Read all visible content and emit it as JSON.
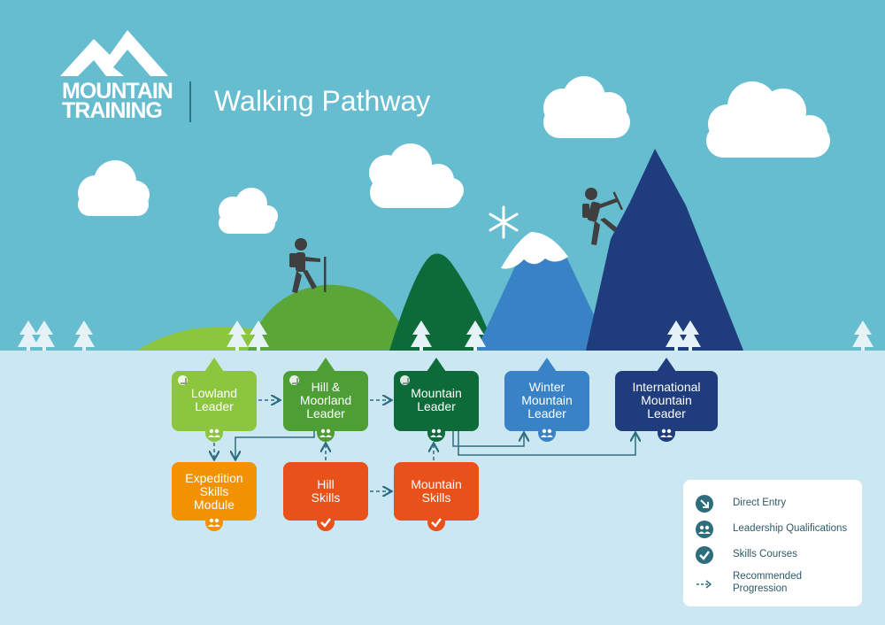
{
  "header": {
    "logo_line1": "MOUNTAIN",
    "logo_line2": "TRAINING",
    "title": "Walking Pathway"
  },
  "colors": {
    "sky": "#66bdd0",
    "ground": "#cbe8f2",
    "lime": "#8cc63f",
    "green": "#4e9e36",
    "dark_green": "#0d6b3a",
    "blue": "#3a82c6",
    "navy": "#1f3d7d",
    "orange": "#f39200",
    "red_orange": "#e8511a",
    "teal_dark": "#2d6e7e"
  },
  "nodes": {
    "lowland": {
      "line1": "Lowland",
      "line2": "Leader"
    },
    "hill_moorland": {
      "line1": "Hill &",
      "line2": "Moorland",
      "line3": "Leader"
    },
    "mountain_leader": {
      "line1": "Mountain",
      "line2": "Leader"
    },
    "winter": {
      "line1": "Winter",
      "line2": "Mountain",
      "line3": "Leader"
    },
    "international": {
      "line1": "International",
      "line2": "Mountain",
      "line3": "Leader"
    },
    "expedition": {
      "line1": "Expedition",
      "line2": "Skills",
      "line3": "Module"
    },
    "hill_skills": {
      "line1": "Hill",
      "line2": "Skills"
    },
    "mountain_skills": {
      "line1": "Mountain",
      "line2": "Skills"
    }
  },
  "legend": {
    "direct_entry": "Direct Entry",
    "leadership": "Leadership Qualifications",
    "skills": "Skills Courses",
    "recommended_line1": "Recommended",
    "recommended_line2": "Progression"
  },
  "icons": {
    "direct_entry": "arrow-down-right-icon",
    "leadership": "group-people-icon",
    "skills": "checkmark-icon",
    "progression": "dashed-arrow-icon"
  }
}
